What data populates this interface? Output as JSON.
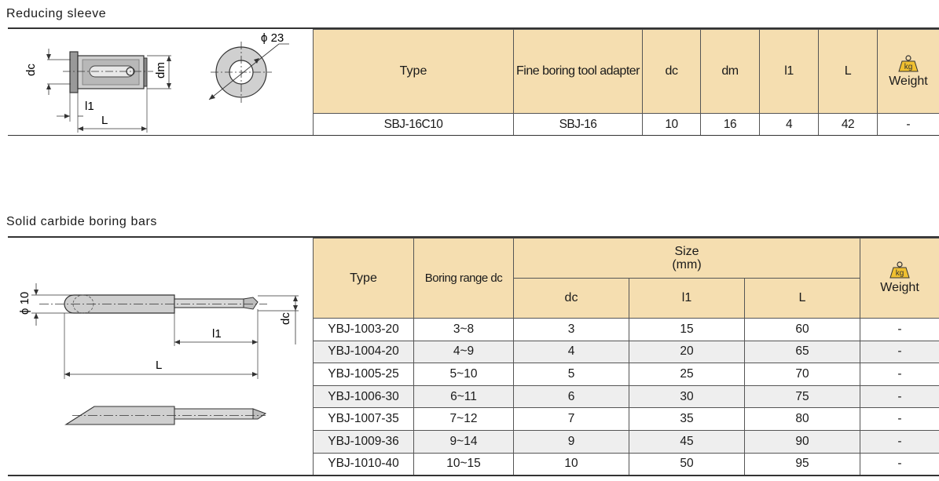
{
  "sections": {
    "reducing_sleeve": {
      "title": "Reducing sleeve",
      "drawing_labels": {
        "dc": "dc",
        "dm": "dm",
        "l1": "l1",
        "L": "L",
        "phi": "ϕ 23"
      },
      "table": {
        "headers": [
          "Type",
          "Fine boring tool adapter",
          "dc",
          "dm",
          "l1",
          "L",
          "Weight"
        ],
        "weight_icon": "kg",
        "rows": [
          [
            "SBJ-16C10",
            "SBJ-16",
            "10",
            "16",
            "4",
            "42",
            "-"
          ]
        ]
      }
    },
    "boring_bars": {
      "title": "Solid carbide boring bars",
      "drawing_labels": {
        "phi": "ϕ 10",
        "dc": "dc",
        "l1": "l1",
        "L": "L"
      },
      "table": {
        "header_type": "Type",
        "header_range": "Boring range dc",
        "header_size": "Size",
        "header_unit": "(mm)",
        "header_dc": "dc",
        "header_l1": "l1",
        "header_L": "L",
        "header_weight": "Weight",
        "weight_icon": "kg",
        "rows": [
          [
            "YBJ-1003-20",
            "3~8",
            "3",
            "15",
            "60",
            "-"
          ],
          [
            "YBJ-1004-20",
            "4~9",
            "4",
            "20",
            "65",
            "-"
          ],
          [
            "YBJ-1005-25",
            "5~10",
            "5",
            "25",
            "70",
            "-"
          ],
          [
            "YBJ-1006-30",
            "6~11",
            "6",
            "30",
            "75",
            "-"
          ],
          [
            "YBJ-1007-35",
            "7~12",
            "7",
            "35",
            "80",
            "-"
          ],
          [
            "YBJ-1009-36",
            "9~14",
            "9",
            "45",
            "90",
            "-"
          ],
          [
            "YBJ-1010-40",
            "10~15",
            "10",
            "50",
            "95",
            "-"
          ]
        ]
      }
    }
  },
  "colors": {
    "header_bg": "#f5deb0",
    "alt_row_bg": "#eeeeee",
    "kg_icon": "#f0c030"
  },
  "icons": [
    "kg-weight-icon"
  ]
}
